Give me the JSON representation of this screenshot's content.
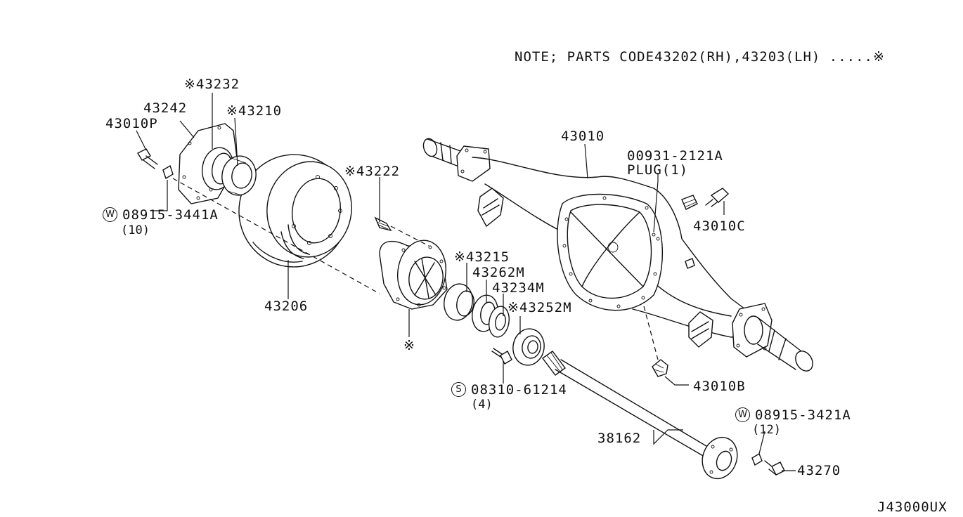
{
  "note": "NOTE; PARTS CODE43202(RH),43203(LH) .....※",
  "diagram_code": "J43000UX",
  "labels": {
    "p43232": "※43232",
    "p43242": "43242",
    "p43210": "※43210",
    "p43010p": "43010P",
    "p08915_3441a": "08915-3441A",
    "p08915_3441a_qty": "(10)",
    "p43206": "43206",
    "p43222": "※43222",
    "p43215": "※43215",
    "p43262m": "43262M",
    "p43234m": "43234M",
    "p43252m": "※43252M",
    "hub_mark": "※",
    "p08310_61214": "08310-61214",
    "p08310_61214_qty": "(4)",
    "p43010": "43010",
    "p00931_2121a": "00931-2121A",
    "plug": "PLUG(1)",
    "p43010c": "43010C",
    "p43010b": "43010B",
    "p38162": "38162",
    "p08915_3421a": "08915-3421A",
    "p08915_3421a_qty": "(12)",
    "p43270": "43270"
  },
  "symbols": {
    "washer": "W",
    "screw": "S"
  }
}
